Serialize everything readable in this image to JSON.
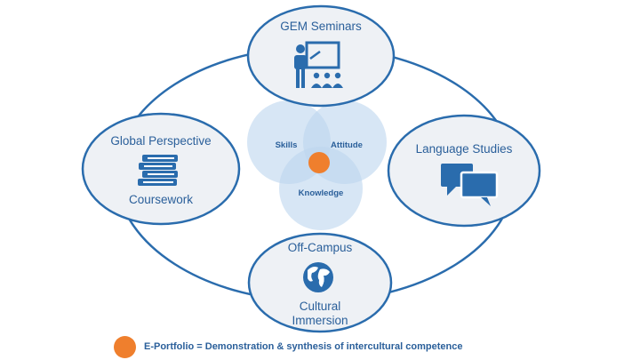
{
  "nodes": {
    "gem": {
      "label": "GEM Seminars",
      "icon": "teacher-presentation-icon"
    },
    "global": {
      "label_top": "Global Perspective",
      "label_bottom": "Coursework",
      "icon": "stack-of-books-icon"
    },
    "language": {
      "label": "Language Studies",
      "icon": "speech-bubbles-icon"
    },
    "offcampus": {
      "label_top": "Off-Campus",
      "label_bottom_1": "Cultural",
      "label_bottom_2": "Immersion",
      "icon": "globe-icon"
    }
  },
  "venn": {
    "skills": "Skills",
    "attitude": "Attitude",
    "knowledge": "Knowledge"
  },
  "legend": {
    "text": "E-Portfolio = Demonstration & synthesis of intercultural competence",
    "marker": "orange-dot"
  },
  "colors": {
    "ring": "#2a6cad",
    "node_fill": "#eef1f5",
    "venn_fill": "#bdd5ee",
    "icon": "#2a6cad",
    "text": "#2a5f9a",
    "accent": "#ef7f2d"
  }
}
